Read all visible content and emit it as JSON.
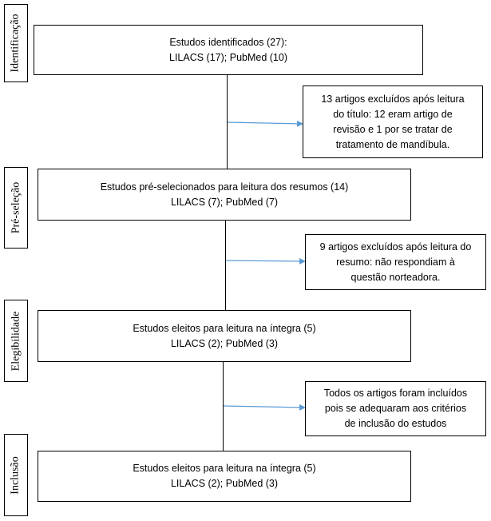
{
  "stages": [
    {
      "label": "Identificação"
    },
    {
      "label": "Pré-seleção"
    },
    {
      "label": "Elegibilidade"
    },
    {
      "label": "Inclusão"
    }
  ],
  "main_boxes": [
    {
      "lines": [
        "Estudos identificados (27):",
        "LILACS (17); PubMed (10)"
      ]
    },
    {
      "lines": [
        "Estudos pré-selecionados para leitura dos resumos (14)",
        "LILACS (7); PubMed (7)"
      ]
    },
    {
      "lines": [
        "Estudos eleitos para leitura na íntegra (5)",
        "LILACS (2); PubMed (3)"
      ]
    },
    {
      "lines": [
        "Estudos eleitos para leitura na íntegra (5)",
        "LILACS (2); PubMed (3)"
      ]
    }
  ],
  "side_boxes": [
    {
      "lines": [
        "13 artigos excluídos após leitura",
        "do título: 12 eram artigo de",
        "revisão e 1 por se tratar de",
        "tratamento de mandíbula."
      ]
    },
    {
      "lines": [
        "9 artigos excluídos após leitura do",
        "resumo: não respondiam à",
        "questão norteadora."
      ]
    },
    {
      "lines": [
        "Todos os artigos foram incluídos",
        "pois se adequaram aos critérios",
        "de inclusão do estudos"
      ]
    }
  ],
  "colors": {
    "arrow": "#5b9bd5",
    "border": "#000000"
  }
}
